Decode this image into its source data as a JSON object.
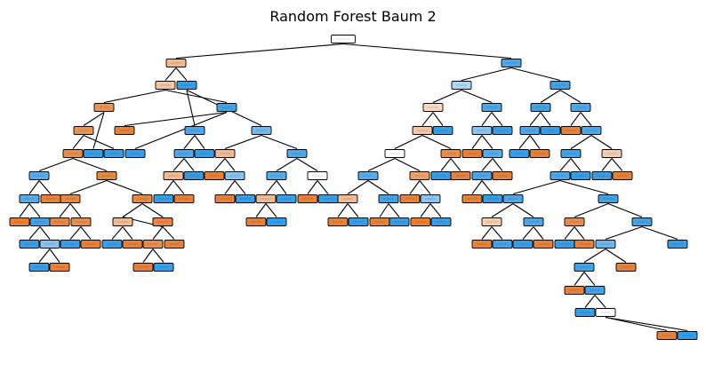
{
  "figure": {
    "title": "Random Forest Baum 2"
  },
  "palette": {
    "class_a": "#e58139",
    "class_b": "#399de5",
    "neutral": "#ffffff",
    "edge": "#000000"
  },
  "tree": {
    "nodes": [
      {
        "id": "n0",
        "depth": 0,
        "purity": 0.0,
        "major": "neutral"
      },
      {
        "id": "n1",
        "depth": 1,
        "purity": 0.55,
        "major": "class_a",
        "parent": "n0"
      },
      {
        "id": "n2",
        "depth": 1,
        "purity": 0.9,
        "major": "class_b",
        "parent": "n0"
      },
      {
        "id": "n3",
        "depth": 2,
        "purity": 0.45,
        "major": "class_a",
        "parent": "n1"
      },
      {
        "id": "n4",
        "depth": 2,
        "purity": 1.0,
        "major": "class_b",
        "parent": "n1"
      },
      {
        "id": "n5",
        "depth": 3,
        "purity": 0.85,
        "major": "class_a",
        "parent": "n3"
      },
      {
        "id": "n6",
        "depth": 3,
        "purity": 0.95,
        "major": "class_b",
        "parent": "n3"
      },
      {
        "id": "n7",
        "depth": 4,
        "purity": 0.85,
        "major": "class_a",
        "parent": "n5"
      },
      {
        "id": "n8",
        "depth": 4,
        "purity": 1.0,
        "major": "class_b",
        "parent": "n5"
      },
      {
        "id": "n9",
        "depth": 5,
        "purity": 0.9,
        "major": "class_a",
        "parent": "n7"
      },
      {
        "id": "n10",
        "depth": 5,
        "purity": 1.0,
        "major": "class_b",
        "parent": "n7"
      },
      {
        "id": "n11",
        "depth": 6,
        "purity": 0.85,
        "major": "class_b",
        "parent": "n9"
      },
      {
        "id": "n12",
        "depth": 6,
        "purity": 0.95,
        "major": "class_a",
        "parent": "n9"
      },
      {
        "id": "n13",
        "depth": 7,
        "purity": 0.85,
        "major": "class_b",
        "parent": "n11"
      },
      {
        "id": "n14",
        "depth": 7,
        "purity": 1.0,
        "major": "class_a",
        "parent": "n11"
      },
      {
        "id": "n15",
        "depth": 8,
        "purity": 1.0,
        "major": "class_a",
        "parent": "n13"
      },
      {
        "id": "n16",
        "depth": 8,
        "purity": 0.95,
        "major": "class_b",
        "parent": "n13"
      },
      {
        "id": "n17",
        "depth": 9,
        "purity": 1.0,
        "major": "class_b",
        "parent": "n16"
      },
      {
        "id": "n18",
        "depth": 9,
        "purity": 0.6,
        "major": "class_b",
        "parent": "n16"
      },
      {
        "id": "n19",
        "depth": 10,
        "purity": 1.0,
        "major": "class_b",
        "parent": "n18"
      },
      {
        "id": "n20",
        "depth": 10,
        "purity": 1.0,
        "major": "class_a",
        "parent": "n18"
      },
      {
        "id": "n21",
        "depth": 7,
        "purity": 0.95,
        "major": "class_a",
        "parent": "n12"
      },
      {
        "id": "n22",
        "depth": 7,
        "purity": 0.95,
        "major": "class_a",
        "parent": "n12"
      },
      {
        "id": "n23",
        "depth": 8,
        "purity": 0.95,
        "major": "class_a",
        "parent": "n21"
      },
      {
        "id": "n24",
        "depth": 8,
        "purity": 0.9,
        "major": "class_a",
        "parent": "n21"
      },
      {
        "id": "n25",
        "depth": 9,
        "purity": 1.0,
        "major": "class_b",
        "parent": "n24"
      },
      {
        "id": "n26",
        "depth": 9,
        "purity": 1.0,
        "major": "class_a",
        "parent": "n24"
      },
      {
        "id": "n27",
        "depth": 8,
        "purity": 0.95,
        "major": "class_a",
        "parent": "n22"
      },
      {
        "id": "n28",
        "depth": 8,
        "purity": 0.95,
        "major": "class_a",
        "parent": "n22"
      },
      {
        "id": "n29",
        "depth": 9,
        "purity": 0.55,
        "major": "class_a",
        "parent": "n28"
      },
      {
        "id": "n30",
        "depth": 9,
        "purity": 0.95,
        "major": "class_a",
        "parent": "n28"
      },
      {
        "id": "n31",
        "depth": 10,
        "purity": 1.0,
        "major": "class_b",
        "parent": "n29"
      },
      {
        "id": "n32",
        "depth": 10,
        "purity": 1.0,
        "major": "class_a",
        "parent": "n29"
      },
      {
        "id": "n33",
        "depth": 10,
        "purity": 0.9,
        "major": "class_a",
        "parent": "n30"
      },
      {
        "id": "n34",
        "depth": 10,
        "purity": 1.0,
        "major": "class_a",
        "parent": "n30"
      },
      {
        "id": "n35",
        "depth": 11,
        "purity": 1.0,
        "major": "class_a",
        "parent": "n33"
      },
      {
        "id": "n36",
        "depth": 11,
        "purity": 1.0,
        "major": "class_b",
        "parent": "n33"
      },
      {
        "id": "n37",
        "depth": 4,
        "purity": 1.0,
        "major": "class_a",
        "parent": "n6"
      },
      {
        "id": "n38",
        "depth": 4,
        "purity": 1.0,
        "major": "class_b",
        "parent": "n6"
      },
      {
        "id": "n39",
        "depth": 3,
        "purity": 0.9,
        "major": "class_b",
        "parent": "n4"
      },
      {
        "id": "n40",
        "depth": 3,
        "purity": 0.7,
        "major": "class_b",
        "parent": "n4"
      },
      {
        "id": "n41",
        "depth": 4,
        "purity": 0.9,
        "major": "class_b",
        "parent": "n39"
      },
      {
        "id": "n42",
        "depth": 4,
        "purity": 1.0,
        "major": "class_b",
        "parent": "n39"
      },
      {
        "id": "n43",
        "depth": 5,
        "purity": 0.55,
        "major": "class_a",
        "parent": "n41"
      },
      {
        "id": "n44",
        "depth": 5,
        "purity": 1.0,
        "major": "class_b",
        "parent": "n41"
      },
      {
        "id": "n45",
        "depth": 6,
        "purity": 1.0,
        "major": "class_b",
        "parent": "n43"
      },
      {
        "id": "n46",
        "depth": 6,
        "purity": 1.0,
        "major": "class_a",
        "parent": "n43"
      },
      {
        "id": "n47",
        "depth": 4,
        "purity": 0.55,
        "major": "class_a",
        "parent": "n40"
      },
      {
        "id": "n48",
        "depth": 4,
        "purity": 0.9,
        "major": "class_b",
        "parent": "n40"
      },
      {
        "id": "n49",
        "depth": 5,
        "purity": 1.0,
        "major": "class_a",
        "parent": "n47"
      },
      {
        "id": "n50",
        "depth": 5,
        "purity": 0.6,
        "major": "class_b",
        "parent": "n47"
      },
      {
        "id": "n51",
        "depth": 6,
        "purity": 1.0,
        "major": "class_a",
        "parent": "n50"
      },
      {
        "id": "n52",
        "depth": 6,
        "purity": 1.0,
        "major": "class_b",
        "parent": "n50"
      },
      {
        "id": "n53",
        "depth": 5,
        "purity": 0.85,
        "major": "class_b",
        "parent": "n48"
      },
      {
        "id": "n54",
        "depth": 5,
        "purity": 0.0,
        "major": "neutral",
        "parent": "n48"
      },
      {
        "id": "n55",
        "depth": 6,
        "purity": 0.55,
        "major": "class_a",
        "parent": "n53"
      },
      {
        "id": "n56",
        "depth": 6,
        "purity": 1.0,
        "major": "class_b",
        "parent": "n53"
      },
      {
        "id": "n57",
        "depth": 7,
        "purity": 1.0,
        "major": "class_a",
        "parent": "n55"
      },
      {
        "id": "n58",
        "depth": 7,
        "purity": 1.0,
        "major": "class_b",
        "parent": "n55"
      },
      {
        "id": "n59",
        "depth": 6,
        "purity": 1.0,
        "major": "class_a",
        "parent": "n54"
      },
      {
        "id": "n60",
        "depth": 6,
        "purity": 1.0,
        "major": "class_b",
        "parent": "n54"
      },
      {
        "id": "n61",
        "depth": 2,
        "purity": 0.4,
        "major": "class_b",
        "parent": "n2"
      },
      {
        "id": "n62",
        "depth": 2,
        "purity": 0.95,
        "major": "class_b",
        "parent": "n2"
      },
      {
        "id": "n63",
        "depth": 3,
        "purity": 0.3,
        "major": "class_a",
        "parent": "n61"
      },
      {
        "id": "n64",
        "depth": 3,
        "purity": 0.9,
        "major": "class_b",
        "parent": "n61"
      },
      {
        "id": "n65",
        "depth": 4,
        "purity": 0.45,
        "major": "class_a",
        "parent": "n63"
      },
      {
        "id": "n66",
        "depth": 4,
        "purity": 1.0,
        "major": "class_b",
        "parent": "n63"
      },
      {
        "id": "n67",
        "depth": 5,
        "purity": 0.0,
        "major": "neutral",
        "parent": "n65"
      },
      {
        "id": "n68",
        "depth": 5,
        "purity": 0.9,
        "major": "class_a",
        "parent": "n65"
      },
      {
        "id": "n69",
        "depth": 6,
        "purity": 0.85,
        "major": "class_b",
        "parent": "n67"
      },
      {
        "id": "n70",
        "depth": 6,
        "purity": 0.75,
        "major": "class_a",
        "parent": "n67"
      },
      {
        "id": "n71",
        "depth": 7,
        "purity": 0.55,
        "major": "class_a",
        "parent": "n69"
      },
      {
        "id": "n72",
        "depth": 7,
        "purity": 0.95,
        "major": "class_b",
        "parent": "n69"
      },
      {
        "id": "n73",
        "depth": 8,
        "purity": 1.0,
        "major": "class_a",
        "parent": "n71"
      },
      {
        "id": "n74",
        "depth": 8,
        "purity": 1.0,
        "major": "class_b",
        "parent": "n71"
      },
      {
        "id": "n75",
        "depth": 8,
        "purity": 1.0,
        "major": "class_a",
        "parent": "n72"
      },
      {
        "id": "n76",
        "depth": 8,
        "purity": 1.0,
        "major": "class_b",
        "parent": "n72"
      },
      {
        "id": "n77",
        "depth": 7,
        "purity": 1.0,
        "major": "class_a",
        "parent": "n70"
      },
      {
        "id": "n78",
        "depth": 7,
        "purity": 0.6,
        "major": "class_b",
        "parent": "n70"
      },
      {
        "id": "n79",
        "depth": 8,
        "purity": 1.0,
        "major": "class_a",
        "parent": "n78"
      },
      {
        "id": "n80",
        "depth": 8,
        "purity": 1.0,
        "major": "class_b",
        "parent": "n78"
      },
      {
        "id": "n81",
        "depth": 6,
        "purity": 1.0,
        "major": "class_b",
        "parent": "n68"
      },
      {
        "id": "n82",
        "depth": 6,
        "purity": 1.0,
        "major": "class_a",
        "parent": "n68"
      },
      {
        "id": "n83",
        "depth": 4,
        "purity": 0.6,
        "major": "class_b",
        "parent": "n64"
      },
      {
        "id": "n84",
        "depth": 4,
        "purity": 1.0,
        "major": "class_b",
        "parent": "n64"
      },
      {
        "id": "n85",
        "depth": 5,
        "purity": 1.0,
        "major": "class_a",
        "parent": "n83"
      },
      {
        "id": "n86",
        "depth": 5,
        "purity": 0.85,
        "major": "class_b",
        "parent": "n83"
      },
      {
        "id": "n87",
        "depth": 6,
        "purity": 0.9,
        "major": "class_b",
        "parent": "n86"
      },
      {
        "id": "n88",
        "depth": 6,
        "purity": 1.0,
        "major": "class_a",
        "parent": "n86"
      },
      {
        "id": "n89",
        "depth": 7,
        "purity": 1.0,
        "major": "class_a",
        "parent": "n87"
      },
      {
        "id": "n90",
        "depth": 7,
        "purity": 1.0,
        "major": "class_b",
        "parent": "n87"
      },
      {
        "id": "n91",
        "depth": 3,
        "purity": 0.95,
        "major": "class_b",
        "parent": "n62"
      },
      {
        "id": "n92",
        "depth": 3,
        "purity": 0.9,
        "major": "class_b",
        "parent": "n62"
      },
      {
        "id": "n93",
        "depth": 4,
        "purity": 0.9,
        "major": "class_b",
        "parent": "n91"
      },
      {
        "id": "n94",
        "depth": 4,
        "purity": 1.0,
        "major": "class_b",
        "parent": "n91"
      },
      {
        "id": "n95",
        "depth": 5,
        "purity": 1.0,
        "major": "class_b",
        "parent": "n93"
      },
      {
        "id": "n96",
        "depth": 5,
        "purity": 1.0,
        "major": "class_a",
        "parent": "n93"
      },
      {
        "id": "n97",
        "depth": 4,
        "purity": 1.0,
        "major": "class_a",
        "parent": "n92"
      },
      {
        "id": "n98",
        "depth": 4,
        "purity": 0.9,
        "major": "class_b",
        "parent": "n92"
      },
      {
        "id": "n99",
        "depth": 5,
        "purity": 0.95,
        "major": "class_b",
        "parent": "n98"
      },
      {
        "id": "n100",
        "depth": 5,
        "purity": 0.4,
        "major": "class_a",
        "parent": "n98"
      },
      {
        "id": "n101",
        "depth": 6,
        "purity": 0.9,
        "major": "class_b",
        "parent": "n99"
      },
      {
        "id": "n102",
        "depth": 6,
        "purity": 1.0,
        "major": "class_b",
        "parent": "n99"
      },
      {
        "id": "n103",
        "depth": 6,
        "purity": 1.0,
        "major": "class_b",
        "parent": "n100"
      },
      {
        "id": "n104",
        "depth": 6,
        "purity": 1.0,
        "major": "class_a",
        "parent": "n100"
      },
      {
        "id": "n105",
        "depth": 7,
        "purity": 0.9,
        "major": "class_b",
        "parent": "n101"
      },
      {
        "id": "n106",
        "depth": 7,
        "purity": 0.95,
        "major": "class_b",
        "parent": "n101"
      },
      {
        "id": "n107",
        "depth": 8,
        "purity": 0.4,
        "major": "class_a",
        "parent": "n105"
      },
      {
        "id": "n108",
        "depth": 8,
        "purity": 0.9,
        "major": "class_b",
        "parent": "n105"
      },
      {
        "id": "n109",
        "depth": 9,
        "purity": 1.0,
        "major": "class_a",
        "parent": "n107"
      },
      {
        "id": "n110",
        "depth": 9,
        "purity": 0.95,
        "major": "class_b",
        "parent": "n107"
      },
      {
        "id": "n111",
        "depth": 9,
        "purity": 1.0,
        "major": "class_b",
        "parent": "n108"
      },
      {
        "id": "n112",
        "depth": 9,
        "purity": 1.0,
        "major": "class_a",
        "parent": "n108"
      },
      {
        "id": "n113",
        "depth": 8,
        "purity": 0.9,
        "major": "class_a",
        "parent": "n106"
      },
      {
        "id": "n114",
        "depth": 8,
        "purity": 0.95,
        "major": "class_b",
        "parent": "n106"
      },
      {
        "id": "n115",
        "depth": 9,
        "purity": 1.0,
        "major": "class_b",
        "parent": "n113"
      },
      {
        "id": "n116",
        "depth": 9,
        "purity": 1.0,
        "major": "class_a",
        "parent": "n113"
      },
      {
        "id": "n117",
        "depth": 9,
        "purity": 0.75,
        "major": "class_b",
        "parent": "n114"
      },
      {
        "id": "n118",
        "depth": 9,
        "purity": 1.0,
        "major": "class_b",
        "parent": "n114"
      },
      {
        "id": "n119",
        "depth": 10,
        "purity": 0.95,
        "major": "class_b",
        "parent": "n117"
      },
      {
        "id": "n120",
        "depth": 10,
        "purity": 1.0,
        "major": "class_a",
        "parent": "n117"
      },
      {
        "id": "n121",
        "depth": 11,
        "purity": 1.0,
        "major": "class_a",
        "parent": "n119"
      },
      {
        "id": "n122",
        "depth": 11,
        "purity": 0.95,
        "major": "class_b",
        "parent": "n119"
      },
      {
        "id": "n123",
        "depth": 12,
        "purity": 1.0,
        "major": "class_b",
        "parent": "n122"
      },
      {
        "id": "n124",
        "depth": 12,
        "purity": 0.0,
        "major": "neutral",
        "parent": "n122"
      },
      {
        "id": "n125",
        "depth": 13,
        "purity": 1.0,
        "major": "class_a",
        "parent": "n124"
      },
      {
        "id": "n126",
        "depth": 13,
        "purity": 1.0,
        "major": "class_b",
        "parent": "n124"
      }
    ]
  }
}
